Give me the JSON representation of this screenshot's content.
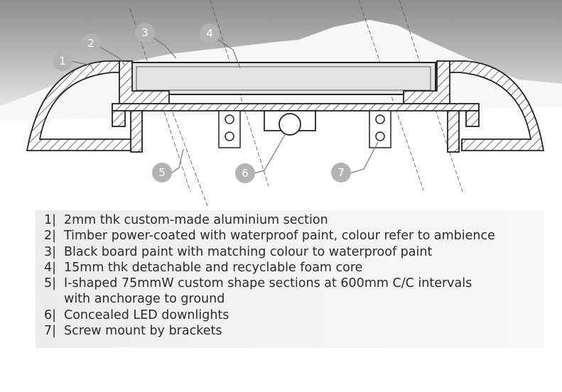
{
  "callouts": [
    "1",
    "2",
    "3",
    "4",
    "5",
    "6",
    "7"
  ],
  "legend": [
    {
      "num": "1|",
      "lines": [
        "2mm thk custom-made aluminium section"
      ]
    },
    {
      "num": "2|",
      "lines": [
        "Timber power-coated with waterproof paint, colour refer to ambience"
      ]
    },
    {
      "num": "3|",
      "lines": [
        "Black board paint with matching colour to waterproof paint"
      ]
    },
    {
      "num": "4|",
      "lines": [
        "15mm thk detachable and recyclable foam core"
      ]
    },
    {
      "num": "5|",
      "lines": [
        "I-shaped 75mmW custom shape sections at 600mm C/C intervals",
        "with anchorage to ground"
      ]
    },
    {
      "num": "6|",
      "lines": [
        "Concealed LED downlights"
      ]
    },
    {
      "num": "7|",
      "lines": [
        "Screw mount by brackets"
      ]
    }
  ],
  "colors": {
    "callout_fill": "#b3b3b3",
    "sky_dark": "#8e8e8e",
    "line": "#222222",
    "foam": "#e3e3e3"
  }
}
